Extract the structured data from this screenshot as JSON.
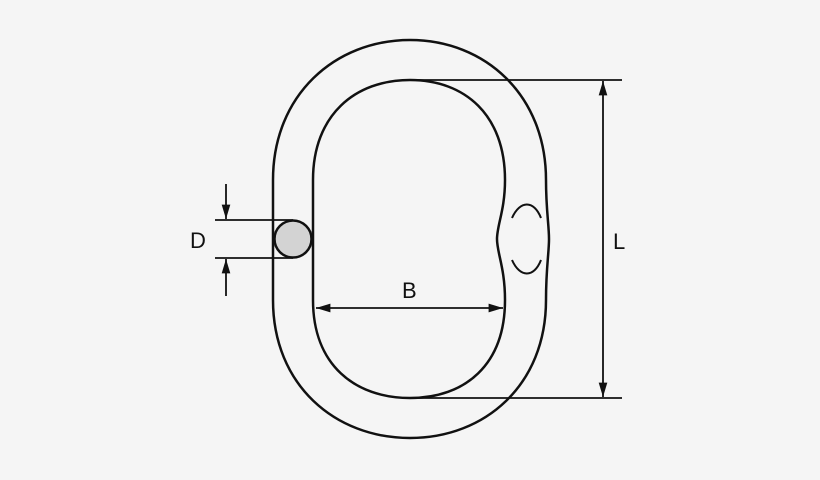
{
  "labels": {
    "d": "D",
    "b": "B",
    "l": "L"
  },
  "colors": {
    "line": "#111111",
    "background": "#f5f5f5",
    "section_fill": "#d3d3d3"
  }
}
